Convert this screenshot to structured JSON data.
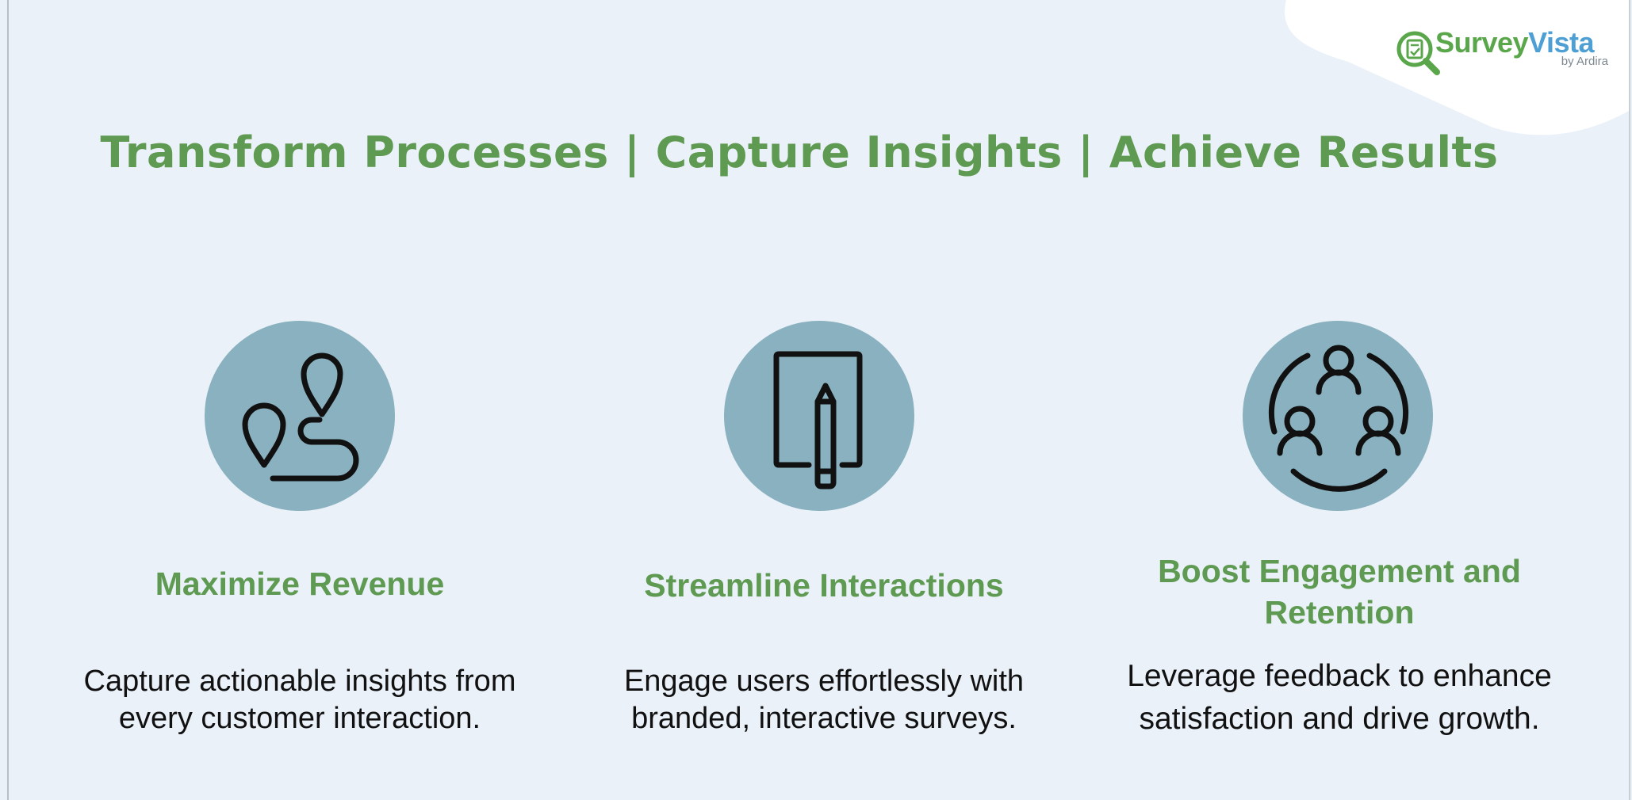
{
  "brand": {
    "name_part1": "Survey",
    "name_part2": "Vista",
    "byline": "by Ardira",
    "colors": {
      "green": "#5aa64a",
      "blue": "#4d9fd4",
      "accent_title": "#5e9a51",
      "circle": "#89b1bf",
      "background": "#eaf1f8"
    }
  },
  "headline": "Transform Processes | Capture Insights | Achieve Results",
  "features": [
    {
      "icon": "route-map-pin-icon",
      "title": "Maximize Revenue",
      "description": "Capture actionable insights from every customer interaction."
    },
    {
      "icon": "survey-pencil-icon",
      "title": "Streamline Interactions",
      "description": "Engage users effortlessly with branded, interactive surveys."
    },
    {
      "icon": "community-people-icon",
      "title": "Boost Engagement and Retention",
      "description": "Leverage feedback to enhance satisfaction and drive growth."
    }
  ]
}
